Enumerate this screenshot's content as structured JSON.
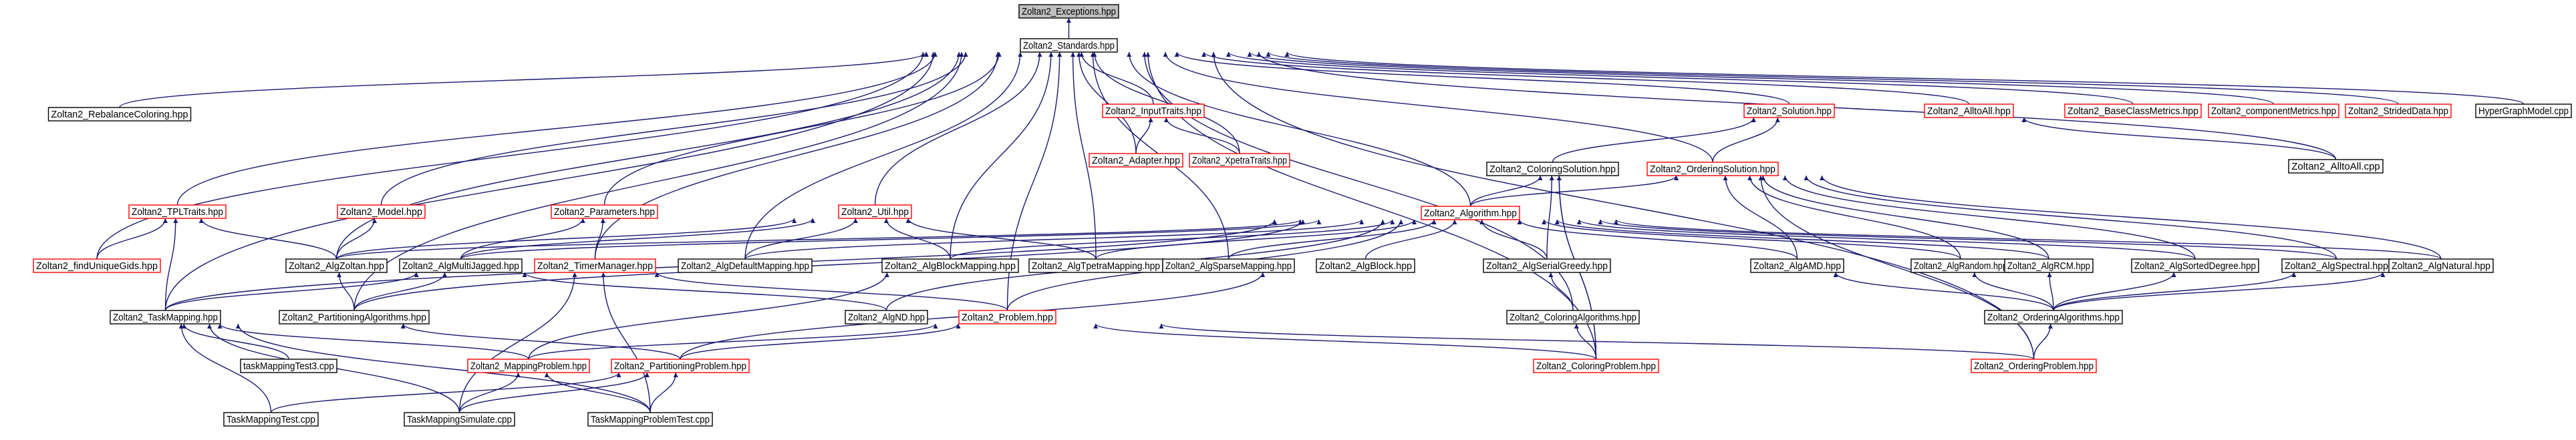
{
  "graph": {
    "edge_color": "#191970",
    "root_fill": "#bfbfbf",
    "red_border": "#ff0000",
    "black_border": "#000000",
    "nodes": [
      {
        "id": "exceptions",
        "label": "Zoltan2_Exceptions.hpp",
        "border": "root"
      },
      {
        "id": "standards",
        "label": "Zoltan2_Standards.hpp",
        "border": "black"
      },
      {
        "id": "rebalance",
        "label": "Zoltan2_RebalanceColoring.hpp",
        "border": "black"
      },
      {
        "id": "inputtraits",
        "label": "Zoltan2_InputTraits.hpp",
        "border": "red"
      },
      {
        "id": "solution",
        "label": "Zoltan2_Solution.hpp",
        "border": "red"
      },
      {
        "id": "alltoallh",
        "label": "Zoltan2_AlltoAll.hpp",
        "border": "red"
      },
      {
        "id": "basemetrics",
        "label": "Zoltan2_BaseClassMetrics.hpp",
        "border": "red"
      },
      {
        "id": "compmetrics",
        "label": "Zoltan2_componentMetrics.hpp",
        "border": "red"
      },
      {
        "id": "strided",
        "label": "Zoltan2_StridedData.hpp",
        "border": "red"
      },
      {
        "id": "hypergraph",
        "label": "HyperGraphModel.cpp",
        "border": "black"
      },
      {
        "id": "adapter",
        "label": "Zoltan2_Adapter.hpp",
        "border": "red"
      },
      {
        "id": "xpetra",
        "label": "Zoltan2_XpetraTraits.hpp",
        "border": "red"
      },
      {
        "id": "alltoallcpp",
        "label": "Zoltan2_AlltoAll.cpp",
        "border": "black"
      },
      {
        "id": "coloringsol",
        "label": "Zoltan2_ColoringSolution.hpp",
        "border": "black"
      },
      {
        "id": "orderingsol",
        "label": "Zoltan2_OrderingSolution.hpp",
        "border": "red"
      },
      {
        "id": "tpltraits",
        "label": "Zoltan2_TPLTraits.hpp",
        "border": "red"
      },
      {
        "id": "model",
        "label": "Zoltan2_Model.hpp",
        "border": "red"
      },
      {
        "id": "parameters",
        "label": "Zoltan2_Parameters.hpp",
        "border": "red"
      },
      {
        "id": "util",
        "label": "Zoltan2_Util.hpp",
        "border": "red"
      },
      {
        "id": "algorithm",
        "label": "Zoltan2_Algorithm.hpp",
        "border": "red"
      },
      {
        "id": "finduniquegids",
        "label": "Zoltan2_findUniqueGids.hpp",
        "border": "red"
      },
      {
        "id": "algzoltan",
        "label": "Zoltan2_AlgZoltan.hpp",
        "border": "black"
      },
      {
        "id": "algmj",
        "label": "Zoltan2_AlgMultiJagged.hpp",
        "border": "black"
      },
      {
        "id": "timermanager",
        "label": "Zoltan2_TimerManager.hpp",
        "border": "red"
      },
      {
        "id": "algdefault",
        "label": "Zoltan2_AlgDefaultMapping.hpp",
        "border": "black"
      },
      {
        "id": "algblockmap",
        "label": "Zoltan2_AlgBlockMapping.hpp",
        "border": "black"
      },
      {
        "id": "algtpetra",
        "label": "Zoltan2_AlgTpetraMapping.hpp",
        "border": "black"
      },
      {
        "id": "algsparse",
        "label": "Zoltan2_AlgSparseMapping.hpp",
        "border": "black"
      },
      {
        "id": "algblock",
        "label": "Zoltan2_AlgBlock.hpp",
        "border": "black"
      },
      {
        "id": "algserialgreedy",
        "label": "Zoltan2_AlgSerialGreedy.hpp",
        "border": "black"
      },
      {
        "id": "algamd",
        "label": "Zoltan2_AlgAMD.hpp",
        "border": "black"
      },
      {
        "id": "algrandom",
        "label": "Zoltan2_AlgRandom.hpp",
        "border": "black"
      },
      {
        "id": "algrcm",
        "label": "Zoltan2_AlgRCM.hpp",
        "border": "black"
      },
      {
        "id": "algsorted",
        "label": "Zoltan2_AlgSortedDegree.hpp",
        "border": "black"
      },
      {
        "id": "algspectral",
        "label": "Zoltan2_AlgSpectral.hpp",
        "border": "black"
      },
      {
        "id": "algnatural",
        "label": "Zoltan2_AlgNatural.hpp",
        "border": "black"
      },
      {
        "id": "taskmapping",
        "label": "Zoltan2_TaskMapping.hpp",
        "border": "black"
      },
      {
        "id": "partalgs",
        "label": "Zoltan2_PartitioningAlgorithms.hpp",
        "border": "black"
      },
      {
        "id": "algnd",
        "label": "Zoltan2_AlgND.hpp",
        "border": "black"
      },
      {
        "id": "problem",
        "label": "Zoltan2_Problem.hpp",
        "border": "red"
      },
      {
        "id": "coloringalgs",
        "label": "Zoltan2_ColoringAlgorithms.hpp",
        "border": "black"
      },
      {
        "id": "orderingalgs",
        "label": "Zoltan2_OrderingAlgorithms.hpp",
        "border": "black"
      },
      {
        "id": "tasktest3",
        "label": "taskMappingTest3.cpp",
        "border": "black"
      },
      {
        "id": "mappingprob",
        "label": "Zoltan2_MappingProblem.hpp",
        "border": "red"
      },
      {
        "id": "partprob",
        "label": "Zoltan2_PartitioningProblem.hpp",
        "border": "red"
      },
      {
        "id": "coloringprob",
        "label": "Zoltan2_ColoringProblem.hpp",
        "border": "red"
      },
      {
        "id": "orderingprob",
        "label": "Zoltan2_OrderingProblem.hpp",
        "border": "red"
      },
      {
        "id": "tasktest",
        "label": "TaskMappingTest.cpp",
        "border": "black"
      },
      {
        "id": "tasksim",
        "label": "TaskMappingSimulate.cpp",
        "border": "black"
      },
      {
        "id": "taskprobtest",
        "label": "TaskMappingProblemTest.cpp",
        "border": "black"
      }
    ]
  }
}
